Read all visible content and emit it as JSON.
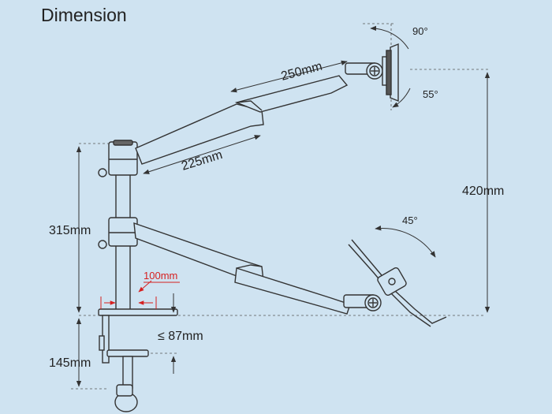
{
  "title": "Dimension",
  "labels": {
    "upper_arm": "250mm",
    "lower_arm": "225mm",
    "top_tilt_up": "90°",
    "top_tilt_down": "55°",
    "bottom_tilt": "45°",
    "height_total": "420mm",
    "pole_height": "315mm",
    "clamp_height": "145mm",
    "clamp_thickness": "≤ 87mm",
    "clamp_depth": "100mm"
  },
  "colors": {
    "background": "#cfe3f1",
    "line": "#333333",
    "dimension_red": "#d62020"
  }
}
